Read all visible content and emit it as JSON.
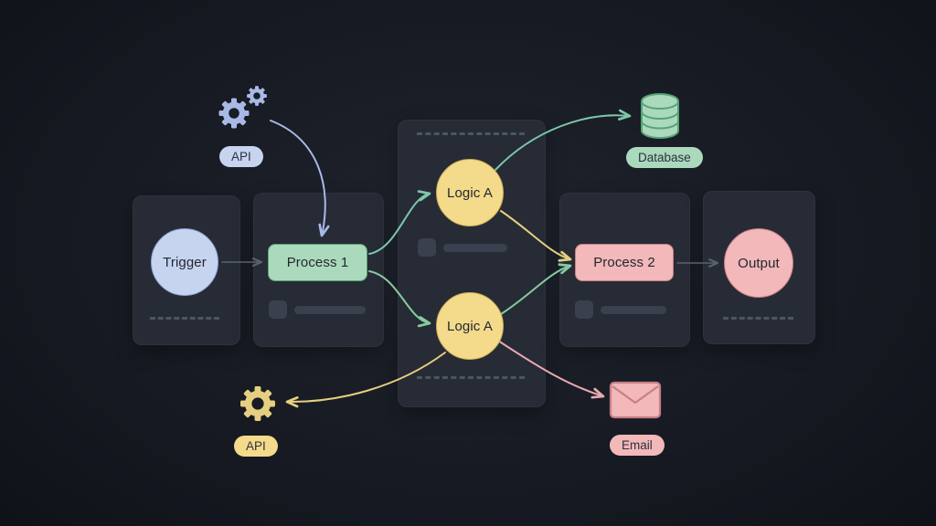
{
  "diagram": {
    "nodes": {
      "trigger": {
        "label": "Trigger",
        "shape": "circle",
        "color": "blue"
      },
      "process1": {
        "label": "Process 1",
        "shape": "rect",
        "color": "green"
      },
      "logic_a_top": {
        "label": "Logic A",
        "shape": "circle",
        "color": "yellow"
      },
      "logic_a_bottom": {
        "label": "Logic A",
        "shape": "circle",
        "color": "yellow"
      },
      "process2": {
        "label": "Process 2",
        "shape": "rect",
        "color": "pink"
      },
      "output": {
        "label": "Output",
        "shape": "circle",
        "color": "pink"
      }
    },
    "badges": {
      "api_top": {
        "label": "API",
        "color": "blue",
        "icon": "gears-icon"
      },
      "database": {
        "label": "Database",
        "color": "green",
        "icon": "database-icon"
      },
      "api_bottom": {
        "label": "API",
        "color": "yellow",
        "icon": "gear-icon"
      },
      "email": {
        "label": "Email",
        "color": "pink",
        "icon": "email-icon"
      }
    },
    "edges": [
      {
        "from": "trigger",
        "to": "process1",
        "color": "gray"
      },
      {
        "from": "api_top",
        "to": "process1",
        "color": "blue"
      },
      {
        "from": "process1",
        "to": "logic_a_top",
        "color": "teal"
      },
      {
        "from": "process1",
        "to": "logic_a_bottom",
        "color": "green"
      },
      {
        "from": "logic_a_top",
        "to": "database",
        "color": "teal"
      },
      {
        "from": "logic_a_top",
        "to": "process2",
        "color": "yellow"
      },
      {
        "from": "logic_a_bottom",
        "to": "process2",
        "color": "green"
      },
      {
        "from": "logic_a_bottom",
        "to": "api_bottom",
        "color": "yellow"
      },
      {
        "from": "logic_a_bottom",
        "to": "email",
        "color": "pink"
      },
      {
        "from": "process2",
        "to": "output",
        "color": "gray"
      }
    ],
    "colors": {
      "background_center": "#20242e",
      "background_edge": "#12151c",
      "panel": "#272b35",
      "node_text": "#232830",
      "badge_text": "#2c3140",
      "blue": "#c7d4f0",
      "blue_border": "#8ea4d8",
      "green": "#abd9bc",
      "green_border": "#56a377",
      "yellow": "#f4da8b",
      "yellow_border": "#c9ad52",
      "pink": "#f2b8ba",
      "pink_border": "#c87f86",
      "edge_gray": "#5a6170",
      "edge_blue": "#a9b9e6",
      "edge_teal": "#7cc7ac",
      "edge_green": "#86cba0",
      "edge_yellow": "#e6cf80",
      "edge_pink": "#e9aab1",
      "skeleton": "#3a404d",
      "dash": "#4d5462"
    }
  }
}
